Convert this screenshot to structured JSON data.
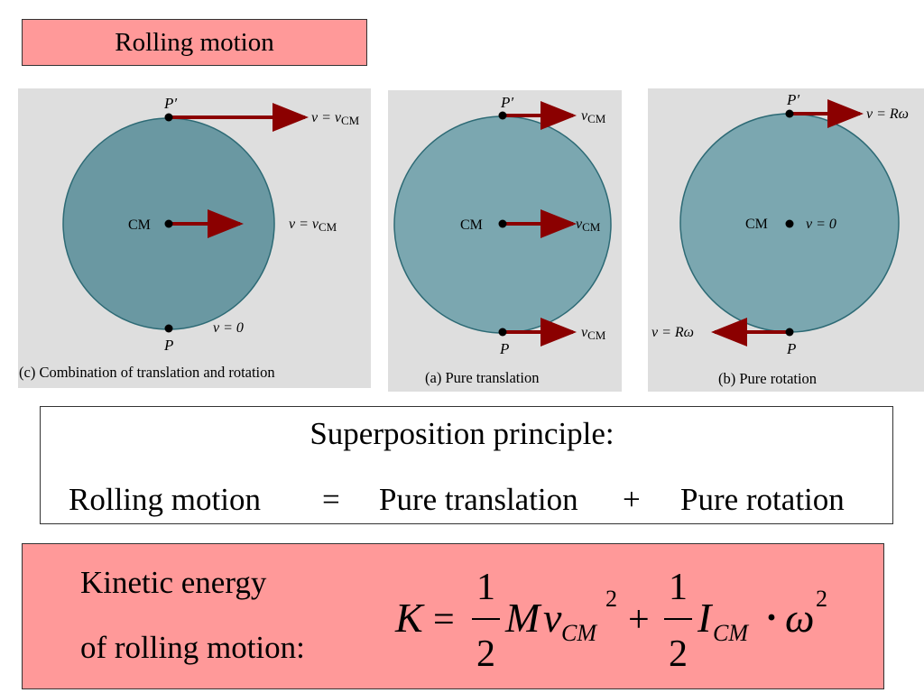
{
  "title": "Rolling motion",
  "colors": {
    "title_fill": "#ff9999",
    "wheel_fill": "#7ba7b0",
    "wheel_fill_dark": "#6a98a2",
    "wheel_stroke": "#2d6a75",
    "arrow": "#8b0000",
    "panel_bg": "#dedede"
  },
  "panels": {
    "combination": {
      "caption": "(c) Combination of translation and rotation",
      "top_point": "P′",
      "bottom_point": "P",
      "center_label": "CM",
      "top_velocity": "v = v",
      "top_velocity_sub": "CM",
      "right_velocity": "v = v",
      "right_velocity_sub": "CM",
      "bottom_velocity": "v = 0"
    },
    "translation": {
      "caption": "(a) Pure translation",
      "top_point": "P′",
      "bottom_point": "P",
      "center_label": "CM",
      "velocity": "v",
      "velocity_sub": "CM"
    },
    "rotation": {
      "caption": "(b) Pure rotation",
      "top_point": "P′",
      "bottom_point": "P",
      "center_label": "CM",
      "center_velocity": "v = 0",
      "top_velocity": "v = Rω",
      "bottom_velocity": "v = Rω"
    }
  },
  "superposition": {
    "heading": "Superposition principle:",
    "term1": "Rolling motion",
    "equals": "=",
    "term2": "Pure translation",
    "plus": "+",
    "term3": "Pure rotation"
  },
  "kinetic": {
    "label_line1": "Kinetic energy",
    "label_line2": "of rolling motion:",
    "formula": {
      "K": "K",
      "eq": "=",
      "num1": "1",
      "den1": "2",
      "M": "M",
      "v": "v",
      "sub1": "CM",
      "sup1": "2",
      "plus": "+",
      "num2": "1",
      "den2": "2",
      "I": "I",
      "sub2": "CM",
      "dot": "·",
      "omega": "ω",
      "sup2": "2"
    }
  }
}
